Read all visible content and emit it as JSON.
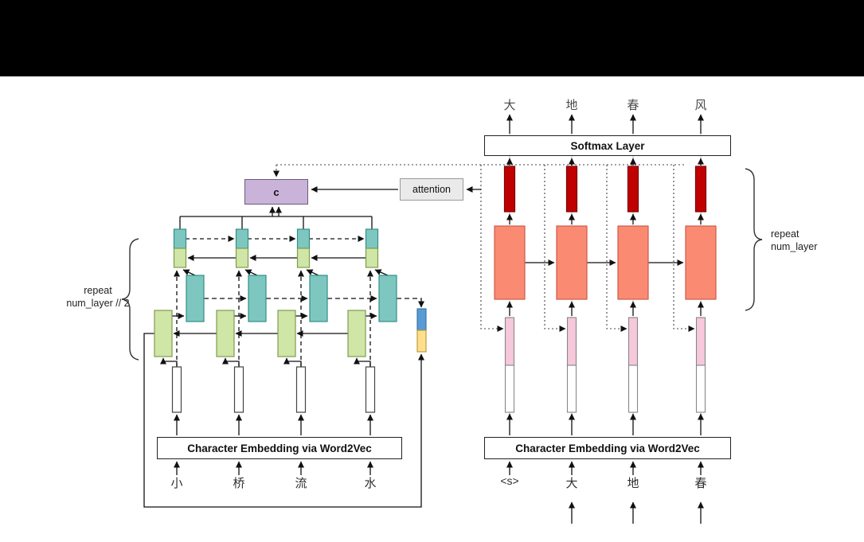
{
  "encoder": {
    "input_chars": [
      "小",
      "桥",
      "流",
      "水"
    ],
    "embedding_label": "Character Embedding via Word2Vec",
    "repeat_label": "repeat\nnum_layer // 2",
    "context_label": "c",
    "attention_label": "attention"
  },
  "decoder": {
    "output_chars": [
      "大",
      "地",
      "春",
      "风"
    ],
    "input_chars": [
      "<s>",
      "大",
      "地",
      "春"
    ],
    "softmax_label": "Softmax Layer",
    "embedding_label": "Character Embedding via Word2Vec",
    "repeat_label": "repeat\nnum_layer"
  },
  "colors": {
    "forward_cell": "#cfe6a6",
    "backward_cell": "#7ec7c0",
    "decoder_block": "#fb8a72",
    "decoder_state": "#c00000",
    "embedding_pink": "#f5c8da",
    "embedding_white": "#ffffff",
    "context_box": "#c9b3d9",
    "attention_box": "#eaeaea",
    "concat_blue": "#5b9bd5",
    "concat_yellow": "#ffdf8e"
  }
}
